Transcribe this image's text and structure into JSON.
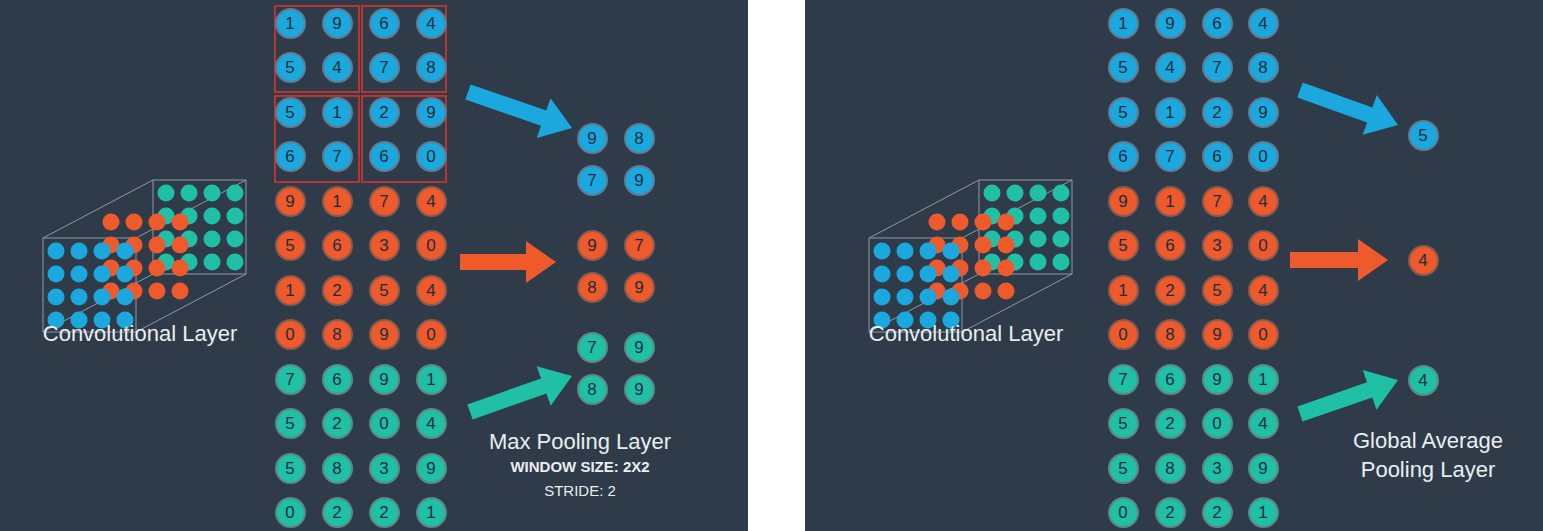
{
  "diagram": {
    "nodes": [
      {
        "text": [
          "1"
        ]
      },
      {
        "text": [
          "9"
        ]
      },
      {
        "text": [
          "6"
        ]
      },
      {
        "text": [
          "4"
        ]
      },
      {
        "text": [
          "5"
        ]
      },
      {
        "text": [
          "4"
        ]
      },
      {
        "text": [
          "7"
        ]
      },
      {
        "text": [
          "8"
        ]
      },
      {
        "text": [
          "5"
        ]
      },
      {
        "text": [
          "1"
        ]
      },
      {
        "text": [
          "2"
        ]
      },
      {
        "text": [
          "9"
        ]
      },
      {
        "text": [
          "6"
        ]
      },
      {
        "text": [
          "7"
        ]
      },
      {
        "text": [
          "6"
        ]
      },
      {
        "text": [
          "0"
        ]
      },
      {
        "text": [
          "9"
        ]
      },
      {
        "text": [
          "1"
        ]
      },
      {
        "text": [
          "7"
        ]
      },
      {
        "text": [
          "4"
        ]
      },
      {
        "text": [
          "5"
        ]
      },
      {
        "text": [
          "6"
        ]
      },
      {
        "text": [
          "3"
        ]
      },
      {
        "text": [
          "0"
        ]
      },
      {
        "text": [
          "1"
        ]
      },
      {
        "text": [
          "2"
        ]
      },
      {
        "text": [
          "5"
        ]
      },
      {
        "text": [
          "4"
        ]
      },
      {
        "text": [
          "0"
        ]
      },
      {
        "text": [
          "8"
        ]
      },
      {
        "text": [
          "9"
        ]
      },
      {
        "text": [
          "0"
        ]
      },
      {
        "text": [
          "7"
        ]
      },
      {
        "text": [
          "6"
        ]
      },
      {
        "text": [
          "9"
        ]
      },
      {
        "text": [
          "1"
        ]
      },
      {
        "text": [
          "5"
        ]
      },
      {
        "text": [
          "2"
        ]
      },
      {
        "text": [
          "0"
        ]
      },
      {
        "text": [
          "4"
        ]
      },
      {
        "text": [
          "5"
        ]
      },
      {
        "text": [
          "8"
        ]
      },
      {
        "text": [
          "3"
        ]
      },
      {
        "text": [
          "9"
        ]
      },
      {
        "text": [
          "0"
        ]
      },
      {
        "text": [
          "2"
        ]
      },
      {
        "text": [
          "2"
        ]
      },
      {
        "text": [
          "1"
        ]
      },
      {
        "text": [
          "9"
        ]
      },
      {
        "text": [
          "8"
        ]
      },
      {
        "text": [
          "7"
        ]
      },
      {
        "text": [
          "9"
        ]
      },
      {
        "text": [
          "9"
        ]
      },
      {
        "text": [
          "7"
        ]
      },
      {
        "text": [
          "8"
        ]
      },
      {
        "text": [
          "9"
        ]
      },
      {
        "text": [
          "7"
        ]
      },
      {
        "text": [
          "9"
        ]
      },
      {
        "text": [
          "8"
        ]
      },
      {
        "text": [
          "9"
        ]
      },
      {
        "text": [
          "1"
        ]
      },
      {
        "text": [
          "9"
        ]
      },
      {
        "text": [
          "6"
        ]
      },
      {
        "text": [
          "4"
        ]
      },
      {
        "text": [
          "5"
        ]
      },
      {
        "text": [
          "4"
        ]
      },
      {
        "text": [
          "7"
        ]
      },
      {
        "text": [
          "8"
        ]
      },
      {
        "text": [
          "5"
        ]
      },
      {
        "text": [
          "1"
        ]
      },
      {
        "text": [
          "2"
        ]
      },
      {
        "text": [
          "9"
        ]
      },
      {
        "text": [
          "6"
        ]
      },
      {
        "text": [
          "7"
        ]
      },
      {
        "text": [
          "6"
        ]
      },
      {
        "text": [
          "0"
        ]
      },
      {
        "text": [
          "9"
        ]
      },
      {
        "text": [
          "1"
        ]
      },
      {
        "text": [
          "7"
        ]
      },
      {
        "text": [
          "4"
        ]
      },
      {
        "text": [
          "5"
        ]
      },
      {
        "text": [
          "6"
        ]
      },
      {
        "text": [
          "3"
        ]
      },
      {
        "text": [
          "0"
        ]
      },
      {
        "text": [
          "1"
        ]
      },
      {
        "text": [
          "2"
        ]
      },
      {
        "text": [
          "5"
        ]
      },
      {
        "text": [
          "4"
        ]
      },
      {
        "text": [
          "0"
        ]
      },
      {
        "text": [
          "8"
        ]
      },
      {
        "text": [
          "9"
        ]
      },
      {
        "text": [
          "0"
        ]
      },
      {
        "text": [
          "7"
        ]
      },
      {
        "text": [
          "6"
        ]
      },
      {
        "text": [
          "9"
        ]
      },
      {
        "text": [
          "1"
        ]
      },
      {
        "text": [
          "5"
        ]
      },
      {
        "text": [
          "2"
        ]
      },
      {
        "text": [
          "0"
        ]
      },
      {
        "text": [
          "4"
        ]
      },
      {
        "text": [
          "5"
        ]
      },
      {
        "text": [
          "8"
        ]
      },
      {
        "text": [
          "3"
        ]
      },
      {
        "text": [
          "9"
        ]
      },
      {
        "text": [
          "0"
        ]
      },
      {
        "text": [
          "2"
        ]
      },
      {
        "text": [
          "2"
        ]
      },
      {
        "text": [
          "1"
        ]
      },
      {
        "text": [
          "5"
        ]
      },
      {
        "text": [
          "4"
        ]
      },
      {
        "text": [
          "4"
        ]
      }
    ],
    "labels": [
      "Convolutional Layer",
      "Max Pooling Layer",
      "WINDOW SIZE: 2X2",
      "STRIDE: 2",
      "Convolutional Layer",
      "Global Average Pooling Layer"
    ]
  }
}
